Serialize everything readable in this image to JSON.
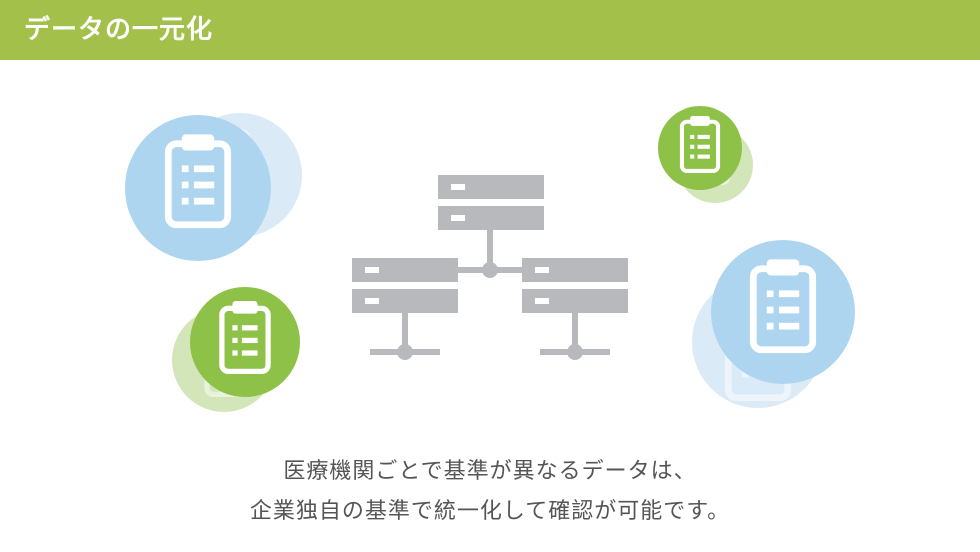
{
  "header": {
    "title": "データの一元化"
  },
  "caption": {
    "line1": "医療機関ごとで基準が異なるデータは、",
    "line2": "企業独自の基準で統一化して確認が可能です。"
  },
  "colors": {
    "header_green": "#a3c14a",
    "blue_circle": "#aed5ef",
    "blue_circle_light": "#dbeaf7",
    "green_circle": "#8dc147",
    "green_circle_light": "#d3e6b9",
    "server_gray": "#b7b9bd",
    "text_gray": "#555555"
  },
  "icons": {
    "server": "server-stack-icon",
    "document": "clipboard-list-icon"
  }
}
